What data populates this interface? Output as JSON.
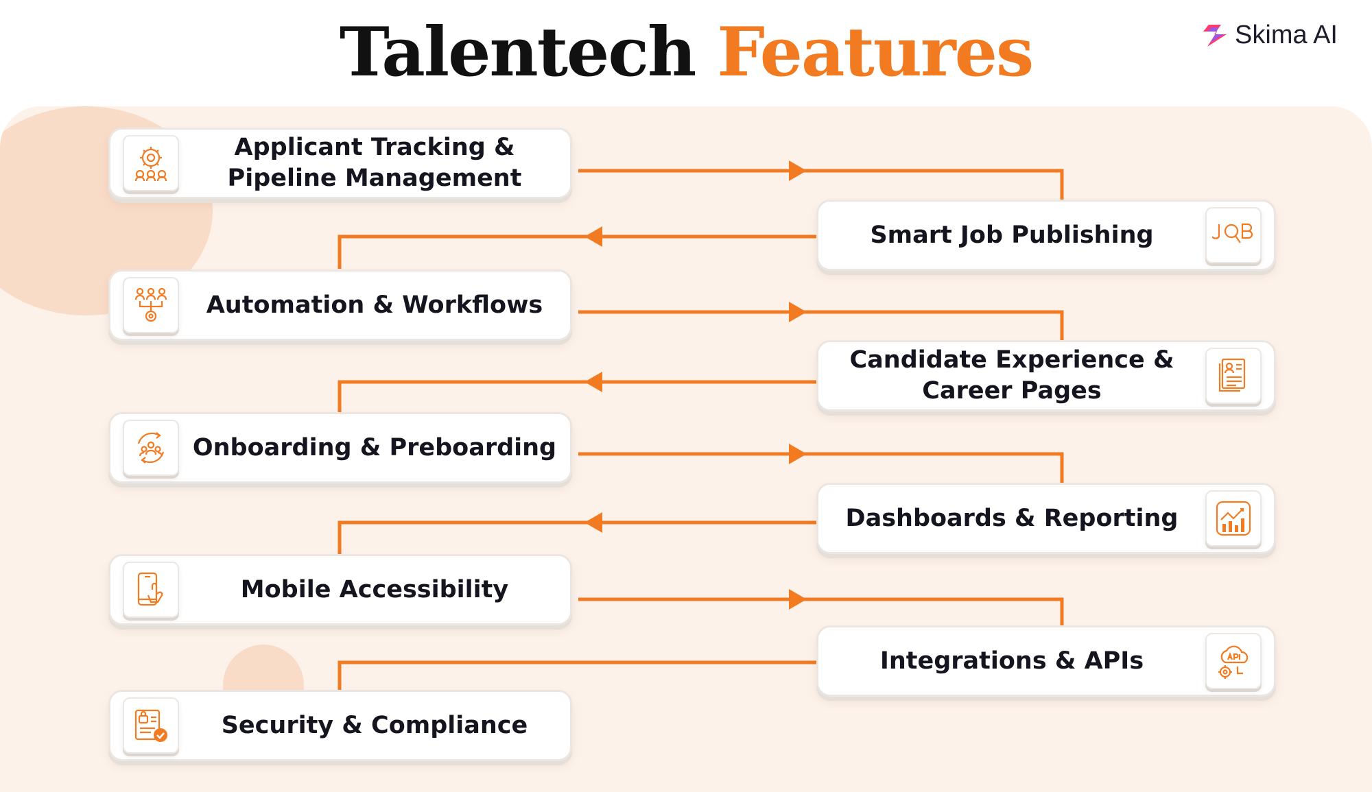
{
  "header": {
    "title_dark": "Talentech",
    "title_accent": "Features",
    "brand": "Skima AI"
  },
  "colors": {
    "accent": "#f27a21",
    "panel_background": "#fdf2ea",
    "text": "#15151f"
  },
  "features_left": [
    {
      "line1": "Applicant Tracking &",
      "line2": "Pipeline Management",
      "icon": "network-gear-icon"
    },
    {
      "line1": "Automation & Workflows",
      "line2": "",
      "icon": "people-workflow-icon"
    },
    {
      "line1": "Onboarding & Preboarding",
      "line2": "",
      "icon": "team-cycle-icon"
    },
    {
      "line1": "Mobile Accessibility",
      "line2": "",
      "icon": "mobile-touch-icon"
    },
    {
      "line1": "Security & Compliance",
      "line2": "",
      "icon": "secure-document-icon"
    }
  ],
  "features_right": [
    {
      "line1": "Smart Job Publishing",
      "line2": "",
      "icon": "job-search-icon"
    },
    {
      "line1": "Candidate Experience &",
      "line2": "Career Pages",
      "icon": "resume-document-icon"
    },
    {
      "line1": "Dashboards & Reporting",
      "line2": "",
      "icon": "analytics-chart-icon"
    },
    {
      "line1": "Integrations & APIs",
      "line2": "",
      "icon": "api-cloud-icon"
    }
  ]
}
